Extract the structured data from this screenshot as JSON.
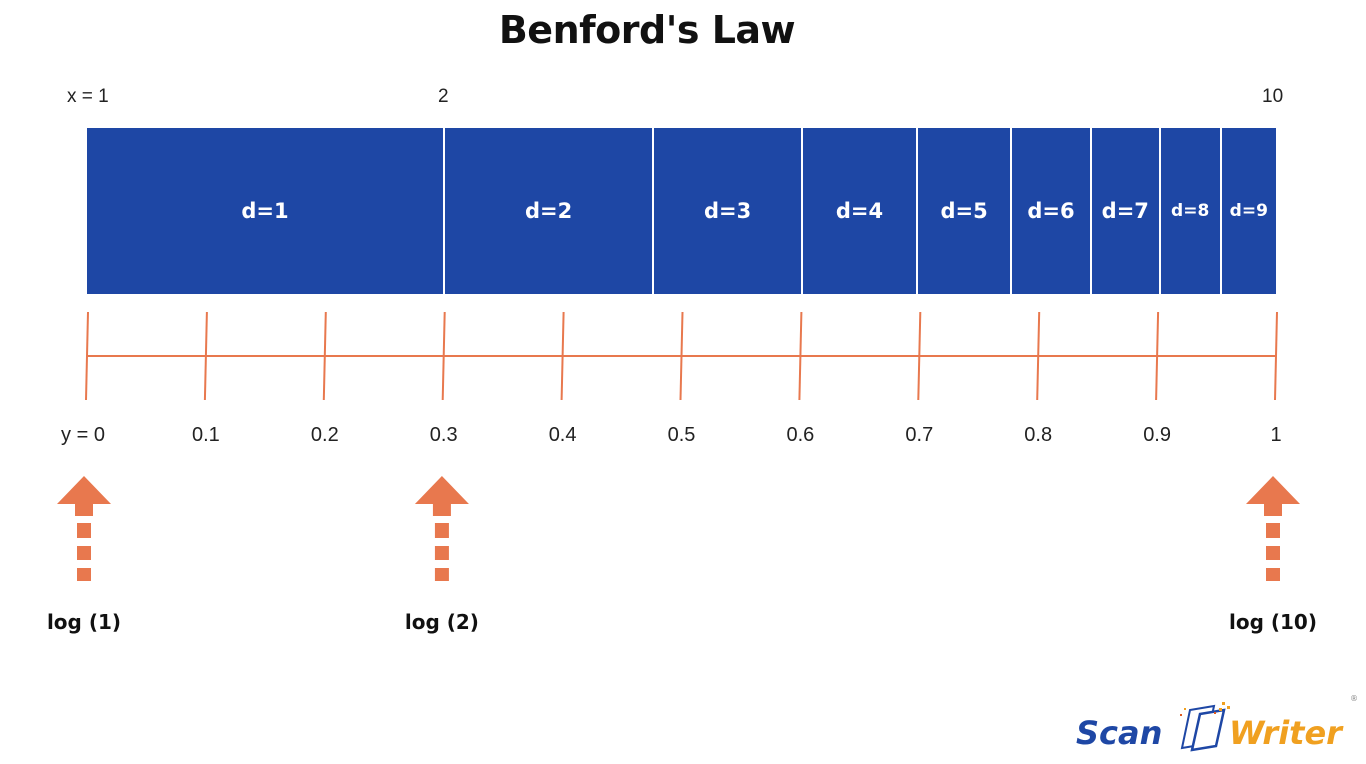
{
  "title": "Benford's Law",
  "x_labels": [
    "x = 1",
    "2",
    "10"
  ],
  "segments": [
    {
      "label": "d=1",
      "x_start": 1,
      "x_end": 2
    },
    {
      "label": "d=2",
      "x_start": 2,
      "x_end": 3
    },
    {
      "label": "d=3",
      "x_start": 3,
      "x_end": 4
    },
    {
      "label": "d=4",
      "x_start": 4,
      "x_end": 5
    },
    {
      "label": "d=5",
      "x_start": 5,
      "x_end": 6
    },
    {
      "label": "d=6",
      "x_start": 6,
      "x_end": 7
    },
    {
      "label": "d=7",
      "x_start": 7,
      "x_end": 8
    },
    {
      "label": "d=8",
      "x_start": 8,
      "x_end": 9
    },
    {
      "label": "d=9",
      "x_start": 9,
      "x_end": 10
    }
  ],
  "y_ticks": [
    {
      "label": "y = 0",
      "value": 0
    },
    {
      "label": "0.1",
      "value": 0.1
    },
    {
      "label": "0.2",
      "value": 0.2
    },
    {
      "label": "0.3",
      "value": 0.3
    },
    {
      "label": "0.4",
      "value": 0.4
    },
    {
      "label": "0.5",
      "value": 0.5
    },
    {
      "label": "0.6",
      "value": 0.6
    },
    {
      "label": "0.7",
      "value": 0.7
    },
    {
      "label": "0.8",
      "value": 0.8
    },
    {
      "label": "0.9",
      "value": 0.9
    },
    {
      "label": "1",
      "value": 1
    }
  ],
  "arrows": [
    {
      "label": "log (1)",
      "value": 1
    },
    {
      "label": "log (2)",
      "value": 2
    },
    {
      "label": "log (10)",
      "value": 10
    }
  ],
  "logo": {
    "part1": "Scan",
    "part2": "Writer",
    "mark": "®"
  },
  "colors": {
    "bar": "#1e47a5",
    "axis": "#e8784e",
    "arrow": "#e8784e"
  }
}
